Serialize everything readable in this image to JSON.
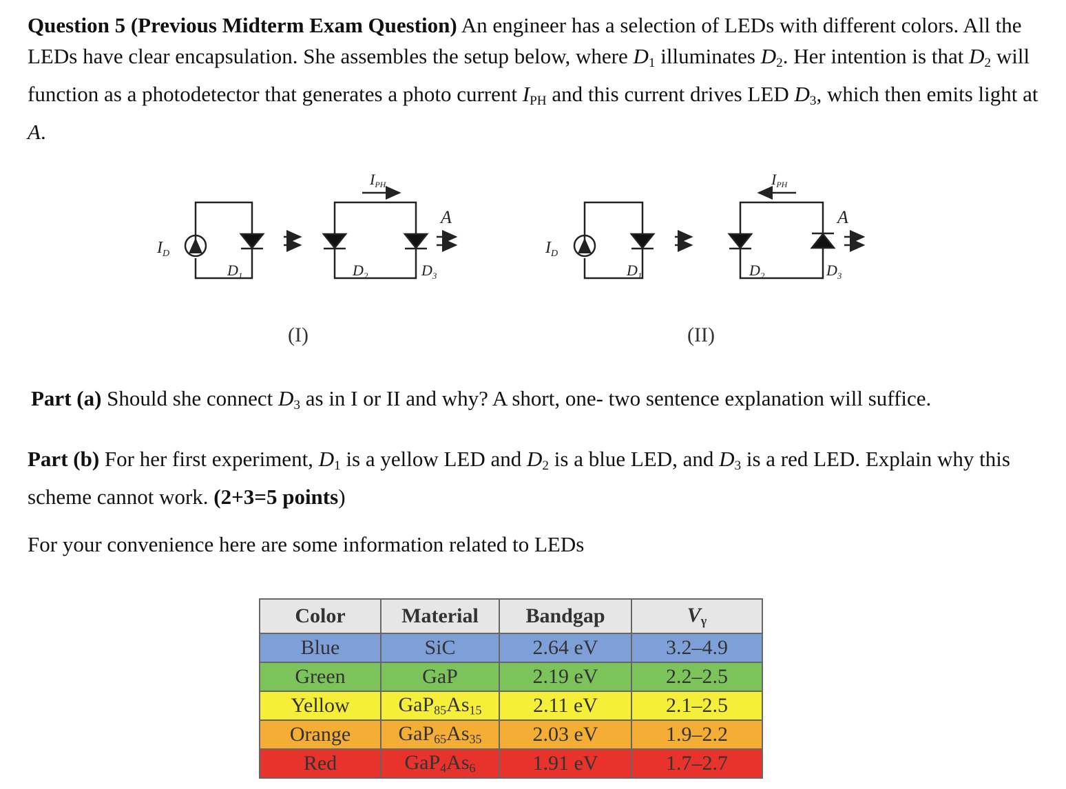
{
  "question": {
    "heading": "Question 5 (Previous Midterm Exam Question)",
    "intro_1": " An engineer has a selection of LEDs with different colors. All the LEDs have clear encapsulation. She assembles the setup below, where ",
    "intro_2": " illuminates ",
    "intro_3": ". Her intention is that ",
    "intro_4": " will function as a photodetector that generates a photo current ",
    "intro_5": " and this current drives LED ",
    "intro_6": ", which then emits light at ",
    "intro_7": "."
  },
  "symbols": {
    "D": "D",
    "sub1": "1",
    "sub2": "2",
    "sub3": "3",
    "I": "I",
    "PH": "PH",
    "A": "A"
  },
  "figure": {
    "label_I": "(I)",
    "label_II": "(II)",
    "source_label": "I",
    "source_sub": "D",
    "current_label": "I",
    "current_sub": "PH",
    "emit_label": "A",
    "d1": "D",
    "d2": "D",
    "d3": "D",
    "s1": "1",
    "s2": "2",
    "s3": "3"
  },
  "part_a": {
    "label": "Part (a)",
    "text_1": " Should she connect ",
    "text_2": " as in I or II and why? A short, one- two sentence explanation will suffice."
  },
  "part_b": {
    "label": "Part (b)",
    "text_1": " For her first experiment, ",
    "text_2": " is a yellow LED and ",
    "text_3": " is a blue LED, and ",
    "text_4": " is a red LED. Explain why this scheme cannot work.  ",
    "points": "(2+3=5 points",
    "close": ")"
  },
  "convenience": "For your convenience here are some information related to LEDs",
  "table": {
    "headers": [
      "Color",
      "Material",
      "Bandgap",
      "V"
    ],
    "header_v_sub": "γ",
    "rows": [
      {
        "color": "Blue",
        "material": "SiC",
        "material_parts": [
          "SiC"
        ],
        "bandgap": "2.64 eV",
        "v": "3.2–4.9",
        "bg": "#7f9fd9"
      },
      {
        "color": "Green",
        "material": "GaP",
        "material_parts": [
          "GaP"
        ],
        "bandgap": "2.19 eV",
        "v": "2.2–2.5",
        "bg": "#7cc35b"
      },
      {
        "color": "Yellow",
        "material": "GaP85As15",
        "material_parts": [
          "GaP",
          "85",
          "As",
          "15"
        ],
        "bandgap": "2.11 eV",
        "v": "2.1–2.5",
        "bg": "#f6ef3a"
      },
      {
        "color": "Orange",
        "material": "GaP65As35",
        "material_parts": [
          "GaP",
          "65",
          "As",
          "35"
        ],
        "bandgap": "2.03 eV",
        "v": "1.9–2.2",
        "bg": "#f4ad35"
      },
      {
        "color": "Red",
        "material": "GaP4As6",
        "material_parts": [
          "GaP",
          "4",
          "As",
          "6"
        ],
        "bandgap": "1.91 eV",
        "v": "1.7–2.7",
        "bg": "#e8322c"
      }
    ]
  }
}
